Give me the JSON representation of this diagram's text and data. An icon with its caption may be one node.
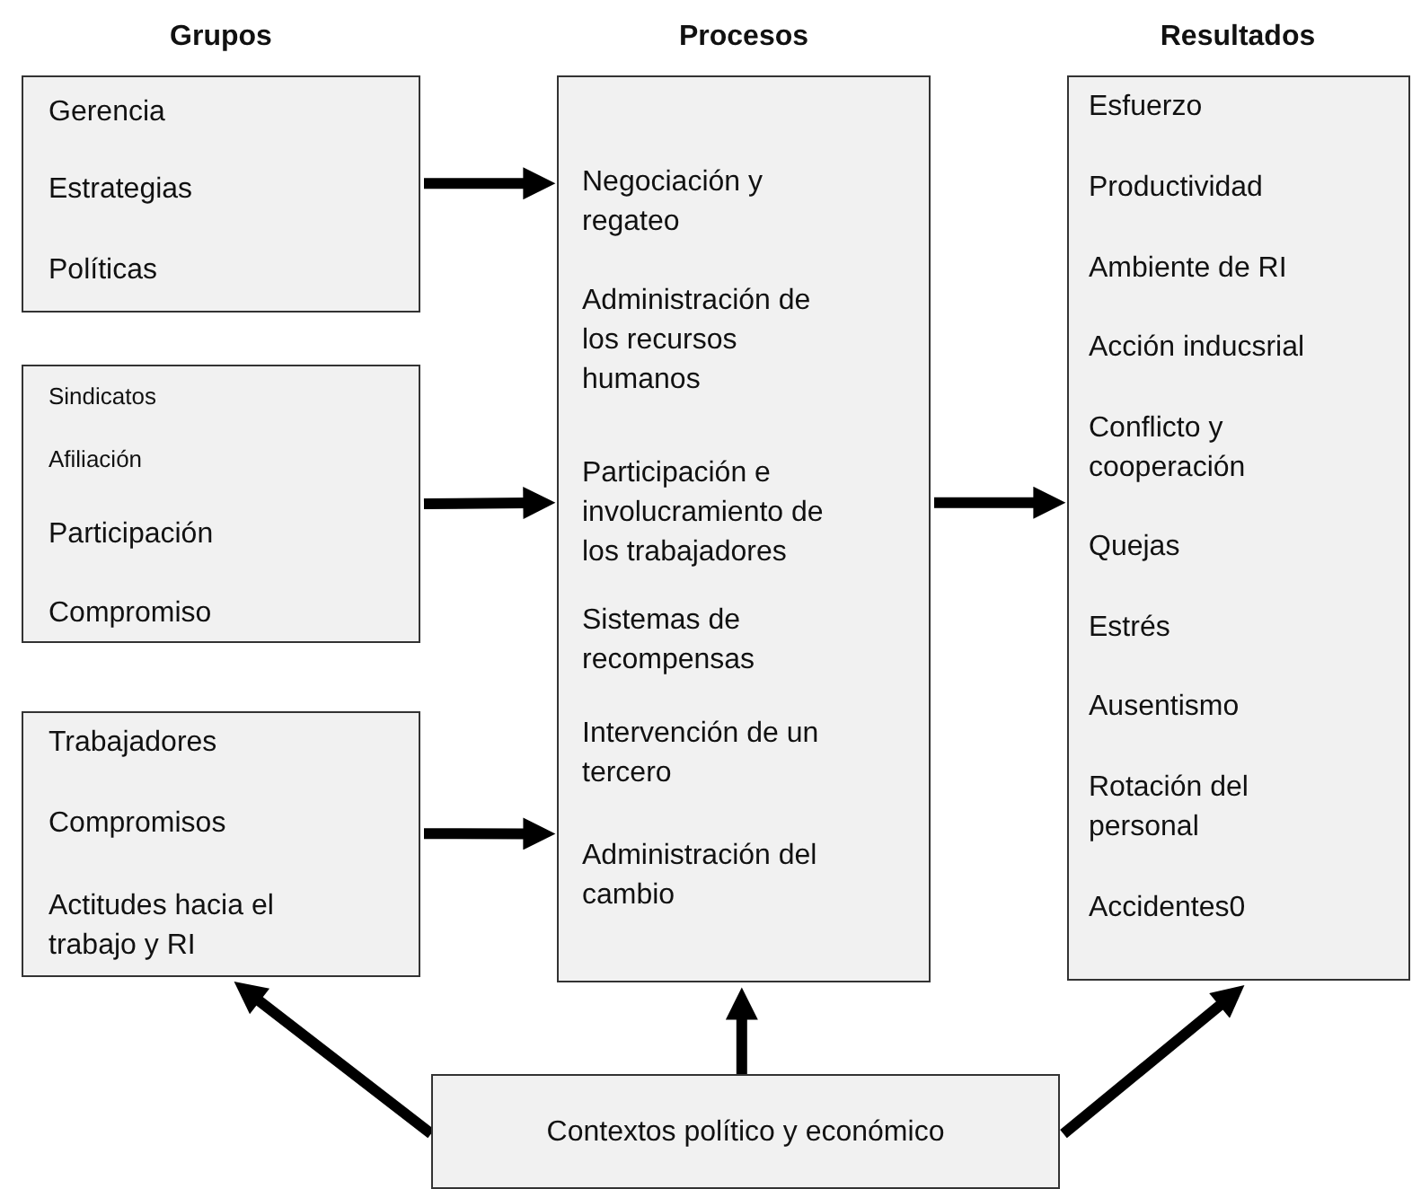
{
  "diagram": {
    "nodes": [
      {
        "text": [
          "Gerencia",
          "Estrategias",
          "Políticas"
        ]
      },
      {
        "text": [
          "Sindicatos",
          "Afiliación",
          "Participación",
          "Compromiso"
        ]
      },
      {
        "text": [
          "Trabajadores",
          "Compromisos",
          "Actitudes hacia el trabajo y RI"
        ]
      },
      {
        "text": [
          "Negociación y regateo",
          "Administración de los recursos humanos",
          "Participación e involucramiento de los trabajadores",
          "Sistemas de recompensas",
          "Intervención de un tercero",
          "Administración del cambio"
        ]
      },
      {
        "text": [
          "Esfuerzo",
          "Productividad",
          "Ambiente de RI",
          "Acción inducsrial",
          "Conflicto y cooperación",
          "Quejas",
          "Estrés",
          "Ausentismo",
          "Rotación del personal",
          "Accidentes0"
        ]
      },
      {
        "text": [
          "Contextos político y económico"
        ]
      }
    ],
    "edges": [
      {
        "from": 0,
        "to": 3,
        "arrow": "to"
      },
      {
        "from": 1,
        "to": 3,
        "arrow": "to"
      },
      {
        "from": 2,
        "to": 3,
        "arrow": "to"
      },
      {
        "from": 3,
        "to": 4,
        "arrow": "to"
      },
      {
        "from": 5,
        "to": 2,
        "arrow": "to"
      },
      {
        "from": 5,
        "to": 3,
        "arrow": "to"
      },
      {
        "from": 5,
        "to": 4,
        "arrow": "to"
      }
    ],
    "labels": [
      "Grupos",
      "Procesos",
      "Resultados"
    ]
  }
}
